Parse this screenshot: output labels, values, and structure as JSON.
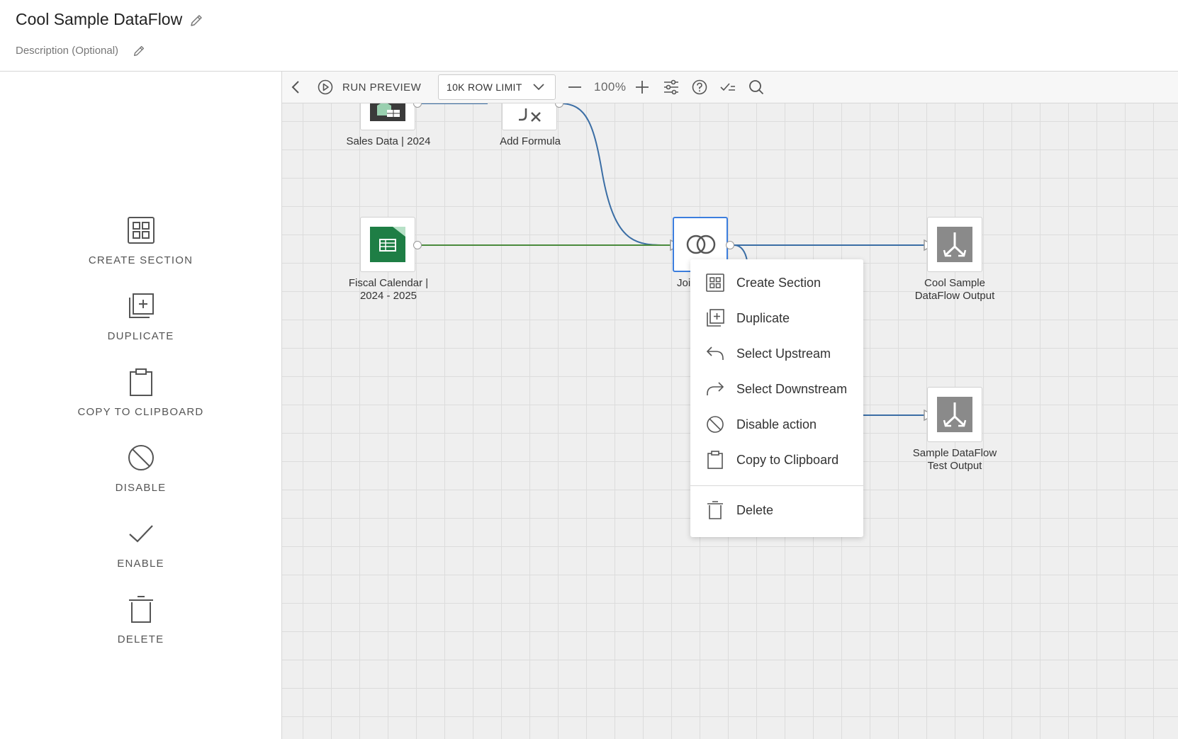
{
  "header": {
    "title": "Cool Sample DataFlow",
    "description_placeholder": "Description (Optional)"
  },
  "left_panel": {
    "items": [
      {
        "label": "CREATE SECTION",
        "icon": "grid-icon"
      },
      {
        "label": "DUPLICATE",
        "icon": "duplicate-icon"
      },
      {
        "label": "COPY TO CLIPBOARD",
        "icon": "clipboard-icon"
      },
      {
        "label": "DISABLE",
        "icon": "disable-icon"
      },
      {
        "label": "ENABLE",
        "icon": "check-icon"
      },
      {
        "label": "DELETE",
        "icon": "trash-icon"
      }
    ]
  },
  "toolbar": {
    "run_preview": "RUN PREVIEW",
    "row_limit": "10K ROW LIMIT",
    "zoom": "100%"
  },
  "nodes": {
    "sales_data": "Sales Data | 2024",
    "add_formula": "Add Formula",
    "fiscal_calendar_line1": "Fiscal Calendar |",
    "fiscal_calendar_line2": "2024 - 2025",
    "join_partial": "Joi",
    "output1_line1": "Cool Sample",
    "output1_line2": "DataFlow Output",
    "output2_line1": "Sample DataFlow",
    "output2_line2": "Test Output"
  },
  "context_menu": {
    "items": [
      {
        "label": "Create Section",
        "icon": "grid-icon"
      },
      {
        "label": "Duplicate",
        "icon": "duplicate-icon"
      },
      {
        "label": "Select Upstream",
        "icon": "arrow-back-icon"
      },
      {
        "label": "Select Downstream",
        "icon": "arrow-forward-icon"
      },
      {
        "label": "Disable action",
        "icon": "disable-icon"
      },
      {
        "label": "Copy to Clipboard",
        "icon": "clipboard-icon"
      }
    ],
    "delete_label": "Delete"
  },
  "colors": {
    "accent": "#3c7ede",
    "link_blue": "#3b6ea5",
    "link_green": "#4a8a3c",
    "sheets_green": "#1e7e45",
    "output_gray": "#8a8a8a"
  }
}
